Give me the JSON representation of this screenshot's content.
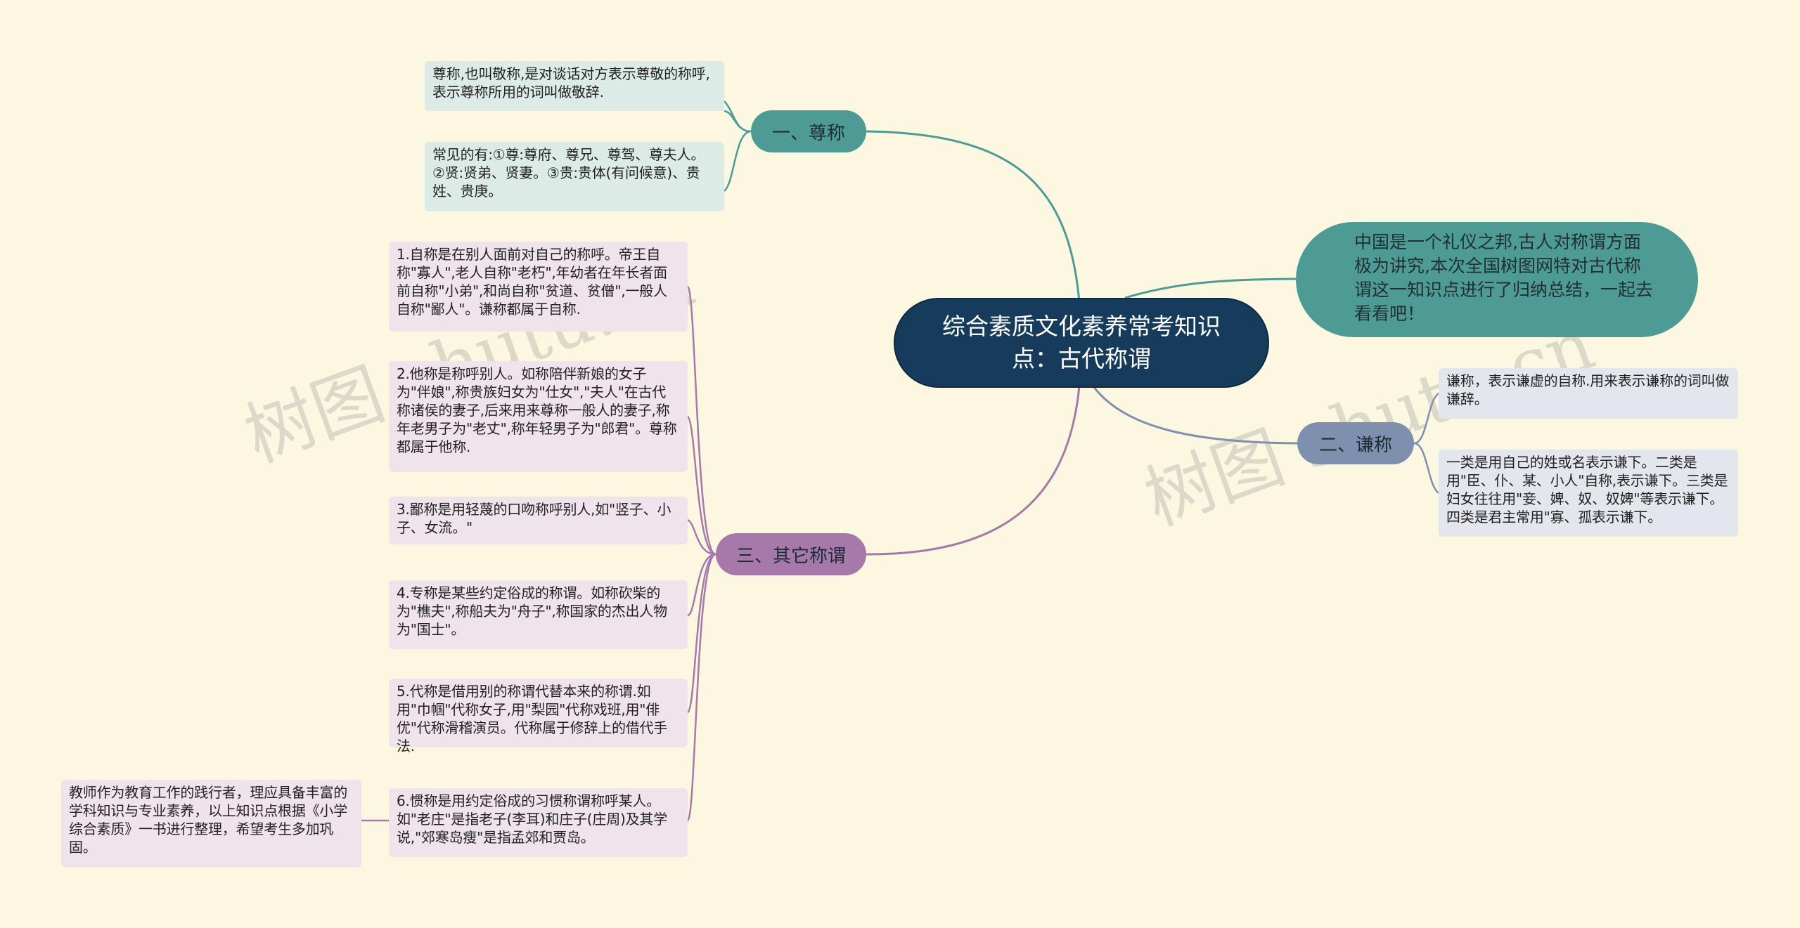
{
  "root": {
    "title": "综合素质文化素养常考知识点：古代称谓"
  },
  "intro": {
    "text": "中国是一个礼仪之邦,古人对称谓方面极为讲究,本次全国树图网特对古代称谓这一知识点进行了归纳总结，一起去看看吧！"
  },
  "branches": [
    {
      "label": "一、尊称",
      "color": "#4e9b96",
      "leaves": [
        "尊称,也叫敬称,是对谈话对方表示尊敬的称呼,表示尊称所用的词叫做敬辞.",
        "常见的有:①尊:尊府、尊兄、尊驾、尊夫人。②贤:贤弟、贤妻。③贵:贵体(有问候意)、贵姓、贵庚。"
      ]
    },
    {
      "label": "二、谦称",
      "color": "#7f8fae",
      "leaves": [
        "谦称，表示谦虚的自称.用来表示谦称的词叫做谦辞。",
        "一类是用自己的姓或名表示谦下。二类是用\"臣、仆、某、小人\"自称,表示谦下。三类是妇女往往用\"妾、婢、奴、奴婢\"等表示谦下。四类是君主常用\"寡、孤表示谦下。"
      ]
    },
    {
      "label": "三、其它称谓",
      "color": "#a679aa",
      "leaves": [
        "1.自称是在别人面前对自己的称呼。帝王自称\"寡人\",老人自称\"老朽\",年幼者在年长者面前自称\"小弟\",和尚自称\"贫道、贫僧\",一般人自称\"鄙人\"。谦称都属于自称.",
        "2.他称是称呼别人。如称陪伴新娘的女子为\"伴娘\",称贵族妇女为\"仕女\",\"夫人\"在古代称诸侯的妻子,后来用来尊称一般人的妻子,称年老男子为\"老丈\",称年轻男子为\"郎君\"。尊称都属于他称.",
        "3.鄙称是用轻蔑的口吻称呼别人,如\"竖子、小子、女流。\"",
        "4.专称是某些约定俗成的称谓。如称砍柴的为\"樵夫\",称船夫为\"舟子\",称国家的杰出人物为\"国士\"。",
        "5.代称是借用别的称谓代替本来的称谓.如用\"巾帼\"代称女子,用\"梨园\"代称戏班,用\"俳优\"代称滑稽演员。代称属于修辞上的借代手法.",
        "6.惯称是用约定俗成的习惯称谓称呼某人。如\"老庄\"是指老子(李耳)和庄子(庄周)及其学说,\"郊寒岛瘦\"是指孟郊和贾岛。"
      ],
      "sub_leaf": "教师作为教育工作的践行者，理应具备丰富的学科知识与专业素养，以上知识点根据《小学综合素质》一书进行整理，希望考生多加巩固。"
    }
  ],
  "watermark": [
    "树图 shutu.cn",
    "树图 shutu.cn"
  ]
}
